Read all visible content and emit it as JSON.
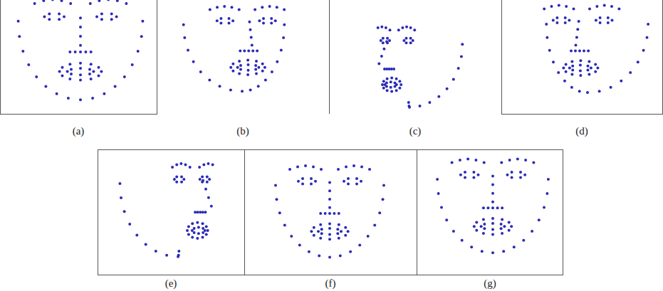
{
  "diagram": {
    "labels": [
      "(a)",
      "(b)",
      "(c)",
      "(d)",
      "(e)",
      "(f)",
      "(g)"
    ]
  }
}
